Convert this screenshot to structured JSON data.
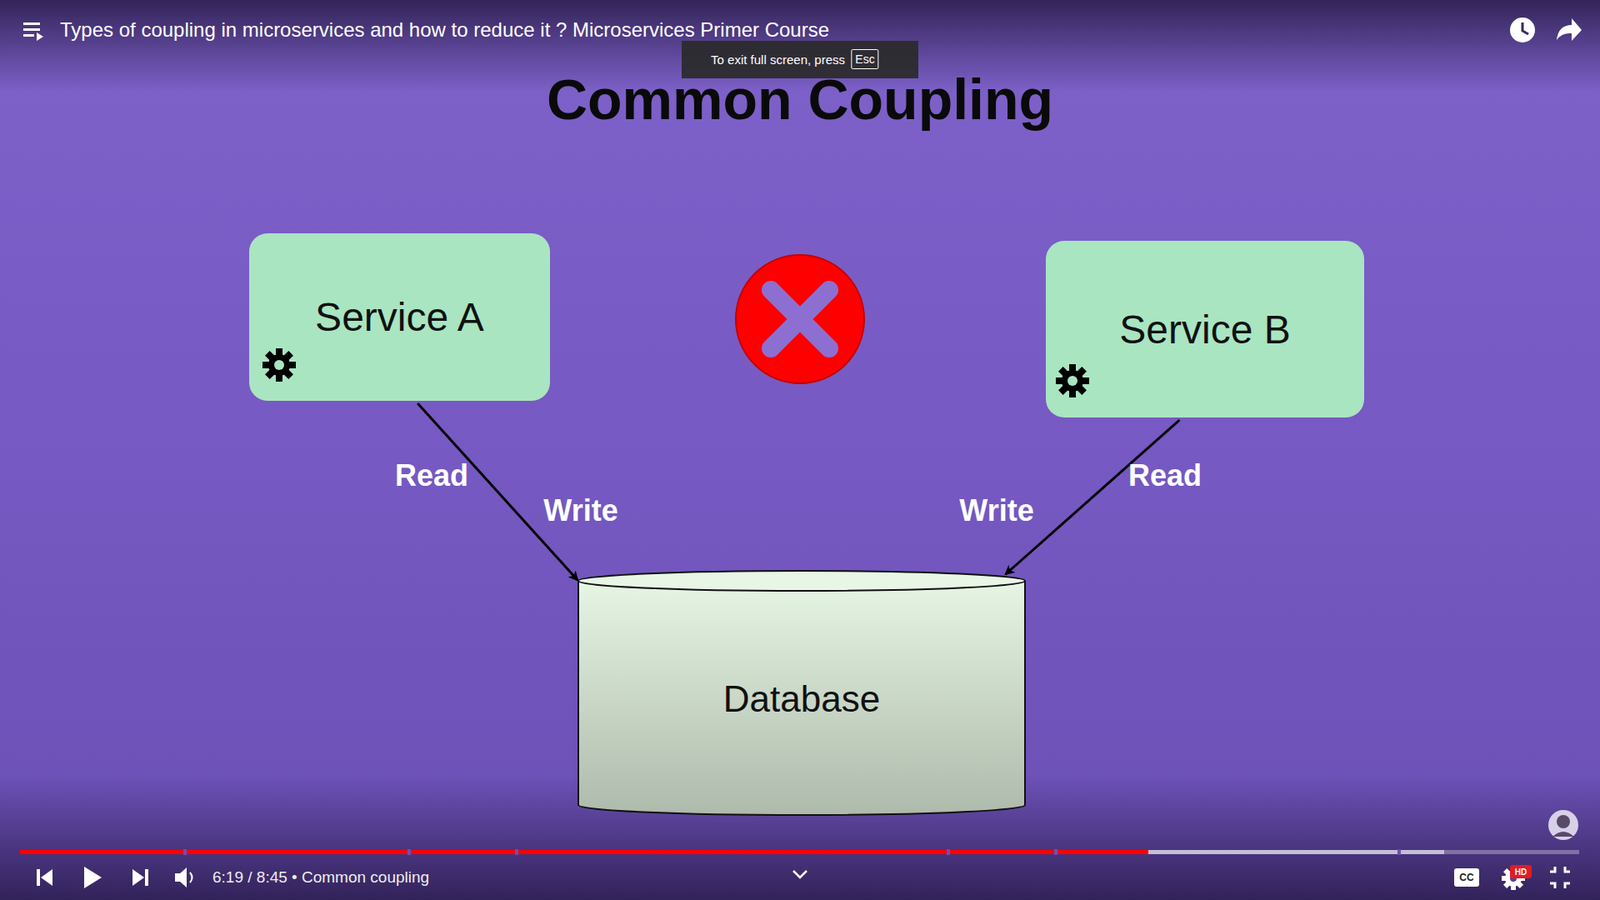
{
  "diagram": {
    "title": "Common Coupling",
    "nodes": [
      {
        "text": [
          "Service A"
        ]
      },
      {
        "text": [
          "Service B"
        ]
      },
      {
        "text": [
          "Database"
        ]
      }
    ],
    "edges": [
      {
        "from": 0,
        "to": 2,
        "arrow": "to"
      },
      {
        "from": 1,
        "to": 2,
        "arrow": "to"
      }
    ],
    "labels": [
      "Types of coupling in microservices and how to reduce it ? Microservices Primer Course",
      "To exit full screen, press",
      "Esc",
      "Read",
      "Write",
      "Write",
      "Read",
      "6:19 / 8:45 • Common coupling",
      "CC",
      "HD"
    ]
  }
}
